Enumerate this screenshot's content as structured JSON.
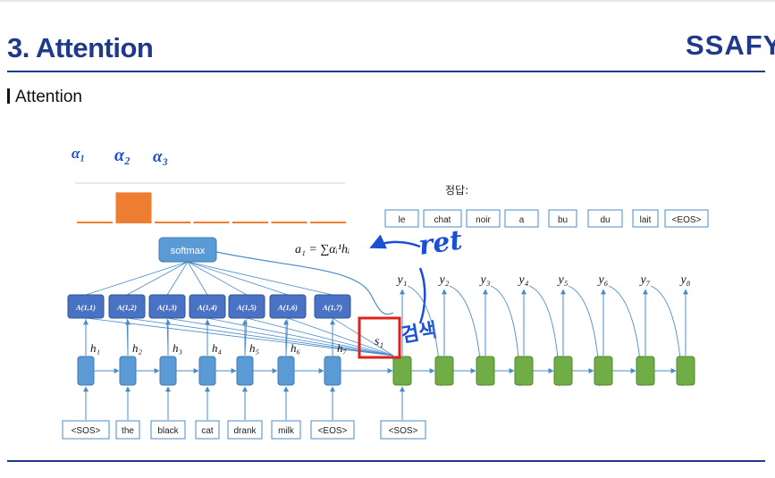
{
  "slide": {
    "title": "3. Attention",
    "logo": "SSAFY",
    "subtitle": "Attention"
  },
  "colors": {
    "brand": "#1f3a8a",
    "encoder": "#5b9bd5",
    "decoder": "#70ad47",
    "attention_bar": "#ed7d31",
    "highlight": "#e0201c",
    "annotation": "#1a4fd6"
  },
  "diagram": {
    "handwritten_alphas": [
      "α₁",
      "α₂",
      "α₃"
    ],
    "answer_label": "정답:",
    "answer_words": [
      "le",
      "chat",
      "noir",
      "a",
      "bu",
      "du",
      "lait",
      "<EOS>"
    ],
    "softmax_label": "softmax",
    "context_formula": "a₁ = ∑αᵢ¹hᵢ",
    "annotation_ret": "ret",
    "annotation_kr": "검색",
    "decoder_state_label": "s₁",
    "attention_weights": [
      0.05,
      0.9,
      0.01,
      0.02,
      0.03,
      0.01,
      0.02
    ],
    "attention_nodes": [
      "A(1,1)",
      "A(1,2)",
      "A(1,3)",
      "A(1,4)",
      "A(1,5)",
      "A(1,6)",
      "A(1,7)"
    ],
    "hidden_labels": [
      "h₁",
      "h₂",
      "h₃",
      "h₄",
      "h₅",
      "h₆",
      "h₇"
    ],
    "encoder_inputs": [
      "<SOS>",
      "the",
      "black",
      "cat",
      "drank",
      "milk",
      "<EOS>"
    ],
    "decoder_outputs": [
      "y₁",
      "y₂",
      "y₃",
      "y₄",
      "y₅",
      "y₆",
      "y₇",
      "y₈"
    ],
    "decoder_input": "<SOS>"
  }
}
